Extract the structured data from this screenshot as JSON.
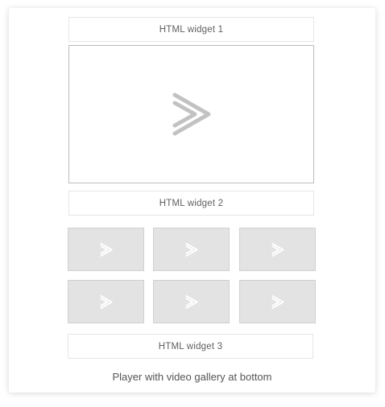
{
  "widgets": {
    "widget_1": "HTML widget 1",
    "widget_2": "HTML widget 2",
    "widget_3": "HTML widget 3"
  },
  "player": {
    "icon": "play-logo-icon"
  },
  "gallery": {
    "thumbnail_count": 6,
    "thumbnail_icon": "play-logo-icon"
  },
  "caption": "Player with video gallery at bottom",
  "colors": {
    "icon_gray": "#c2c2c2",
    "thumb_icon": "#ffffff",
    "thumb_bg": "#e3e3e3"
  }
}
